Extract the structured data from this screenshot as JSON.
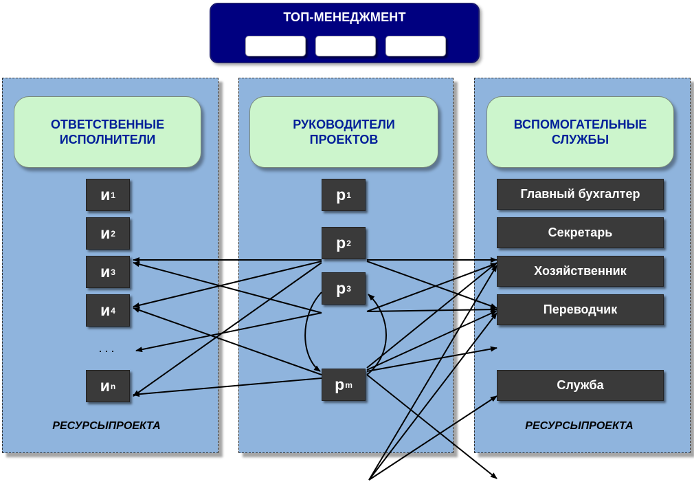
{
  "top": {
    "title": "ТОП-МЕНЕДЖМЕНТ"
  },
  "left": {
    "header": "ОТВЕТСТВЕННЫЕ\nИСПОЛНИТЕЛИ",
    "items": [
      {
        "letter": "и",
        "sub": "1"
      },
      {
        "letter": "и",
        "sub": "2"
      },
      {
        "letter": "и",
        "sub": "3"
      },
      {
        "letter": "и",
        "sub": "4"
      },
      {
        "letter": "и",
        "sub": "n"
      }
    ],
    "ellipsis": "...",
    "resources": "РЕСУРСЫПРОЕКТА"
  },
  "center": {
    "header": "РУКОВОДИТЕЛИ\nПРОЕКТОВ",
    "items": [
      {
        "letter": "p",
        "sub": "1"
      },
      {
        "letter": "p",
        "sub": "2"
      },
      {
        "letter": "p",
        "sub": "3"
      },
      {
        "letter": "p",
        "sub": "m"
      }
    ]
  },
  "right": {
    "header": "ВСПОМОГАТЕЛЬНЫЕ\nСЛУЖБЫ",
    "items": [
      "Главный бухгалтер",
      "Секретарь",
      "Хозяйственник",
      "Переводчик",
      "Служба"
    ],
    "resources": "РЕСУРСЫПРОЕКТА"
  }
}
